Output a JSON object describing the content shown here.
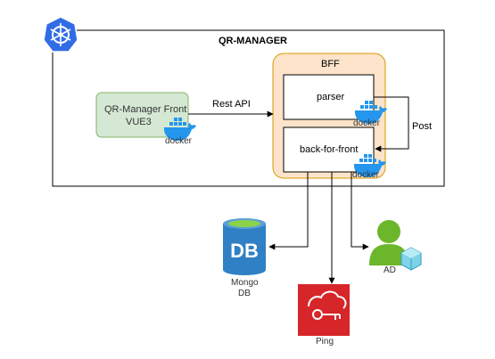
{
  "cluster": {
    "title": "QR-MANAGER",
    "logo": "kubernetes-icon"
  },
  "front": {
    "line1": "QR-Manager Front",
    "line2": "VUE3",
    "fill": "#d5e8d4",
    "stroke": "#82b366"
  },
  "bff": {
    "title": "BFF",
    "fill": "#fce3c9",
    "stroke": "#d79b00",
    "parser_label": "parser",
    "backend_label": "back-for-front"
  },
  "docker_label": "docker",
  "edges": {
    "rest_api": "Rest API",
    "post": "Post"
  },
  "mongo": {
    "badge": "DB",
    "line1": "Mongo",
    "line2": "DB",
    "color": "#2f80c4"
  },
  "ad": {
    "label": "AD",
    "color": "#6bb62a"
  },
  "ping": {
    "label": "Ping",
    "color": "#d6262a"
  }
}
